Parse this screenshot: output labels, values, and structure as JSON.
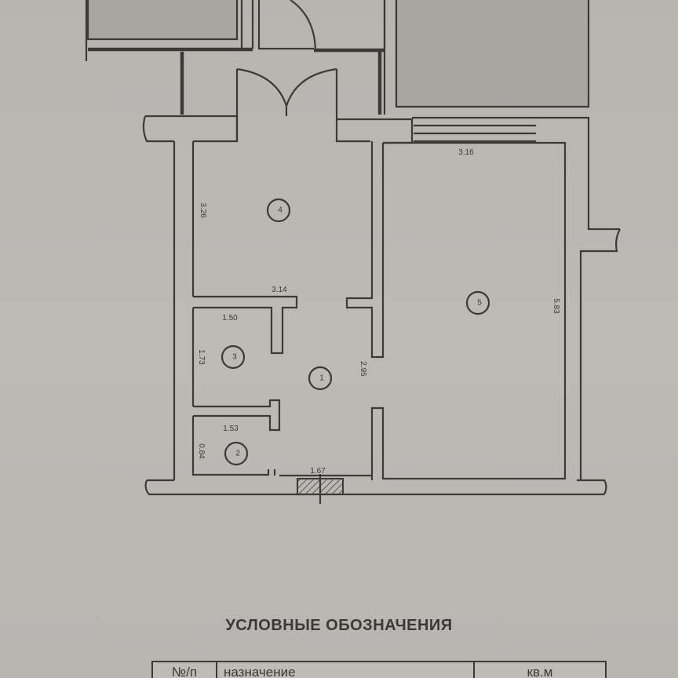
{
  "plan": {
    "rooms": [
      {
        "id": "1",
        "label": "1"
      },
      {
        "id": "2",
        "label": "2"
      },
      {
        "id": "3",
        "label": "3"
      },
      {
        "id": "4",
        "label": "4"
      },
      {
        "id": "5",
        "label": "5"
      }
    ],
    "dimensions": {
      "room4_height": "3.26",
      "room4_width": "3.14",
      "room3_width": "1.50",
      "room3_height": "1.73",
      "room1_height": "2.95",
      "room2_width": "1.53",
      "room2_height": "0.84",
      "entry_width": "1.67",
      "room5_width": "3.16",
      "room5_height": "5.83"
    }
  },
  "legend": {
    "title": "УСЛОВНЫЕ ОБОЗНАЧЕНИЯ",
    "columns": [
      "№/п",
      "назначение",
      "кв.м"
    ]
  },
  "colors": {
    "paper": "#b9b7b2",
    "ink": "#3b3a38",
    "shaded_area": "#a8a6a1"
  }
}
